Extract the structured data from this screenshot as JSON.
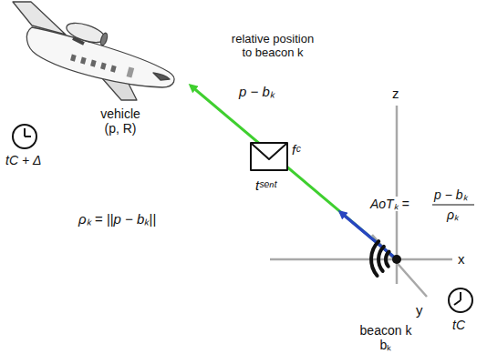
{
  "diagram": {
    "labels": [
      "vehicle (p, R)",
      "tC + Δ",
      "relative position to beacon k",
      "p − bₖ",
      "fᶜ",
      "tˢᵉⁿᵗ",
      "z",
      "AoTₖ =",
      "p − bₖ",
      "ρₖ",
      "x",
      "y",
      "ρₖ = ||p − bₖ||",
      "beacon k bₖ",
      "tC"
    ]
  }
}
